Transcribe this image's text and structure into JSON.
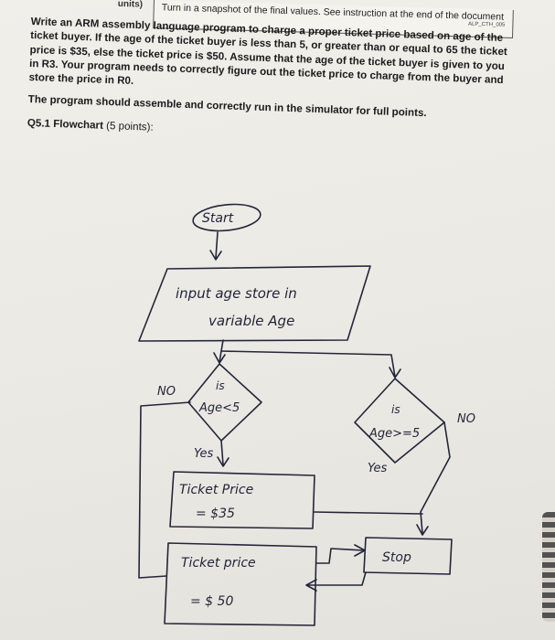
{
  "snapshot_box": {
    "left_label": "units)",
    "instruction": "Turn in a snapshot of the final values. See instruction at the end of the document",
    "tag": "ALP_CTH_005"
  },
  "question": {
    "p1": "Write an ARM assembly language program to charge a proper ticket price based on age of the ticket buyer. If the age of the ticket buyer is less than 5, or greater than or equal to 65 the ticket price is $35, else the ticket price is $50. Assume that the age of the ticket buyer is given to you in R3. Your program needs to correctly figure out the ticket price to charge from the buyer and store the price in R0.",
    "p2": "The program should assemble and correctly run in the simulator for full points.",
    "title_bold": "Q5.1 Flowchart",
    "title_points": " (5 points):"
  },
  "flowchart": {
    "start": "Start",
    "input_line1": "input age store in",
    "input_line2": "variable Age",
    "decision1_line1": "is",
    "decision1_line2": "Age<5",
    "decision1_no": "NO",
    "decision1_yes": "Yes",
    "decision2_line1": "is",
    "decision2_line2": "Age>=5",
    "decision2_no": "NO",
    "decision2_yes": "Yes",
    "ticket35_line1": "Ticket Price",
    "ticket35_line2": "= $35",
    "ticket50_line1": "Ticket price",
    "ticket50_line2": "= $ 50",
    "stop": "Stop"
  }
}
